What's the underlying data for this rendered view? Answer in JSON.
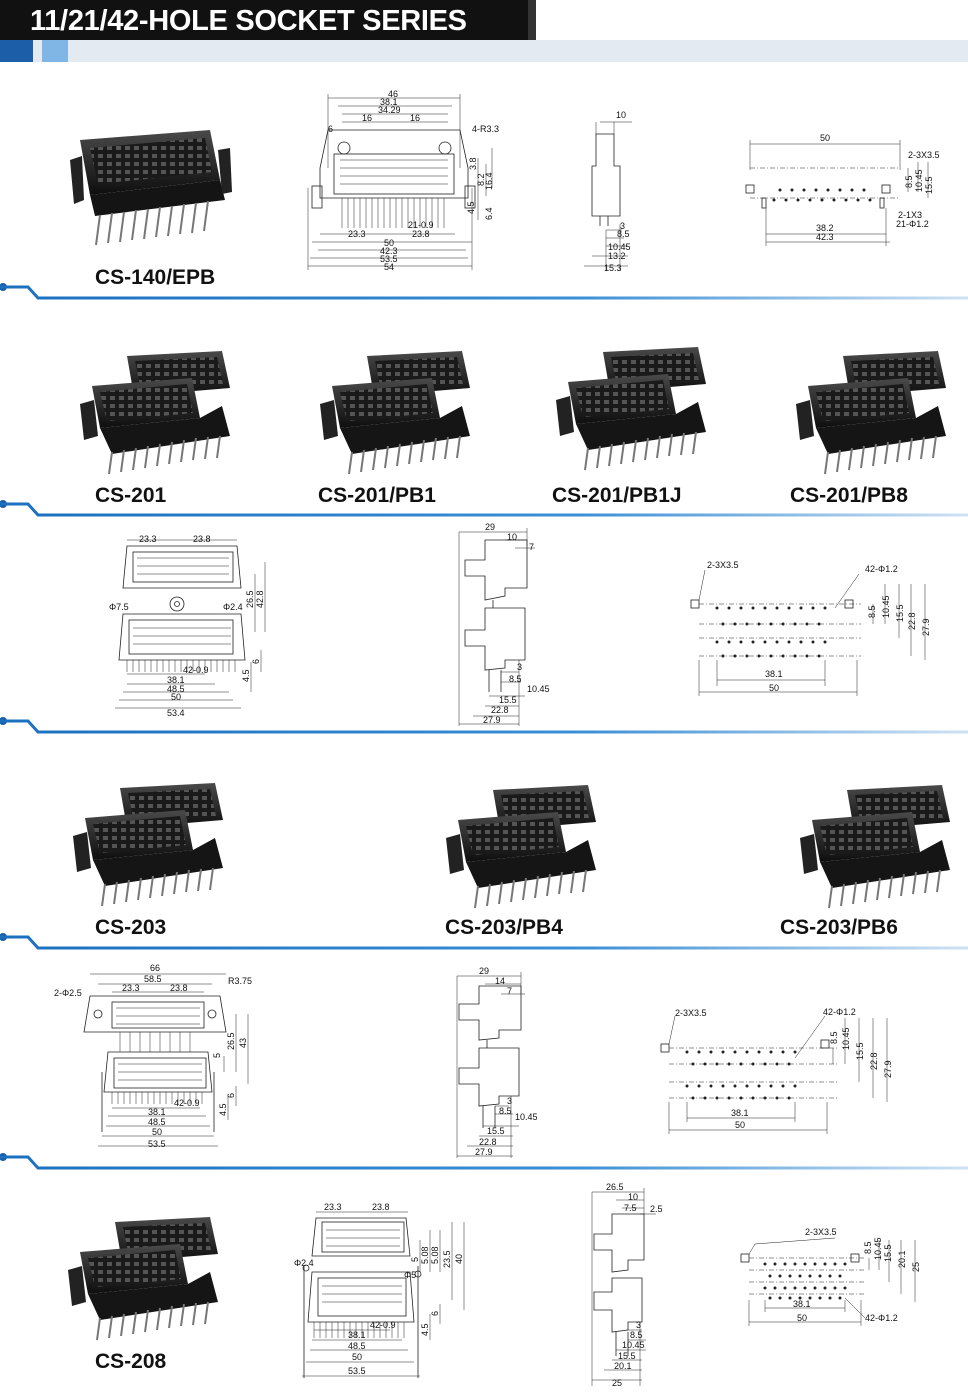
{
  "header": {
    "title": "11/21/42-HOLE SOCKET SERIES",
    "bar_color": "#111111",
    "accent_color": "#2a7fd0"
  },
  "models": {
    "cs140": "CS-140/EPB",
    "cs201": "CS-201",
    "cs201pb1": "CS-201/PB1",
    "cs201pb1j": "CS-201/PB1J",
    "cs201pb8": "CS-201/PB8",
    "cs203": "CS-203",
    "cs203pb4": "CS-203/PB4",
    "cs203pb6": "CS-203/PB6",
    "cs208": "CS-208"
  },
  "dims": {
    "s1": {
      "front": [
        "46",
        "38.1",
        "34.29",
        "16",
        "16",
        "6",
        "4-R3.3",
        "3.8",
        "8.2",
        "16.4",
        "4.5",
        "6.4",
        "21-0.9",
        "23.3",
        "23.8",
        "50",
        "42.3",
        "53.5",
        "54"
      ],
      "side": [
        "10",
        "3",
        "8.5",
        "10.45",
        "13.2",
        "15.3"
      ],
      "bottom": [
        "50",
        "2-3X3.5",
        "8.5",
        "10.45",
        "15.5",
        "2-1X3",
        "21-Φ1.2",
        "38.2",
        "42.3"
      ]
    },
    "s2": {
      "front": [
        "23.3",
        "23.8",
        "Φ7.5",
        "Φ2.4",
        "26.5",
        "42.8",
        "6",
        "42-0.9",
        "4.5",
        "38.1",
        "48.5",
        "50",
        "53.4"
      ],
      "side": [
        "29",
        "10",
        "7",
        "3",
        "8.5",
        "10.45",
        "15.5",
        "22.8",
        "27.9"
      ],
      "bottom": [
        "2-3X3.5",
        "42-Φ1.2",
        "8.5",
        "10.45",
        "15.5",
        "22.8",
        "27.9",
        "38.1",
        "50"
      ]
    },
    "s3": {
      "front": [
        "66",
        "58.5",
        "2-Φ2.5",
        "23.3",
        "23.8",
        "R3.75",
        "5",
        "26.5",
        "43",
        "6",
        "42-0.9",
        "4.5",
        "38.1",
        "48.5",
        "50",
        "53.5"
      ],
      "side": [
        "29",
        "14",
        "7",
        "3",
        "8.5",
        "10.45",
        "15.5",
        "22.8",
        "27.9"
      ],
      "bottom": [
        "2-3X3.5",
        "42-Φ1.2",
        "8.5",
        "10.45",
        "15.5",
        "22.8",
        "27.9",
        "38.1",
        "50"
      ]
    },
    "s4": {
      "front": [
        "23.3",
        "23.8",
        "Φ2.4",
        "5",
        "5.08",
        "5.08",
        "23.5",
        "40",
        "Φ5",
        "6",
        "42-0.9",
        "4.5",
        "38.1",
        "48.5",
        "50",
        "53.5"
      ],
      "side": [
        "26.5",
        "10",
        "7.5",
        "2.5",
        "3",
        "8.5",
        "10.45",
        "15.5",
        "20.1",
        "25"
      ],
      "bottom": [
        "2-3X3.5",
        "8.5",
        "10.45",
        "15.5",
        "20.1",
        "25",
        "38.1",
        "50",
        "42-Φ1.2"
      ]
    }
  }
}
